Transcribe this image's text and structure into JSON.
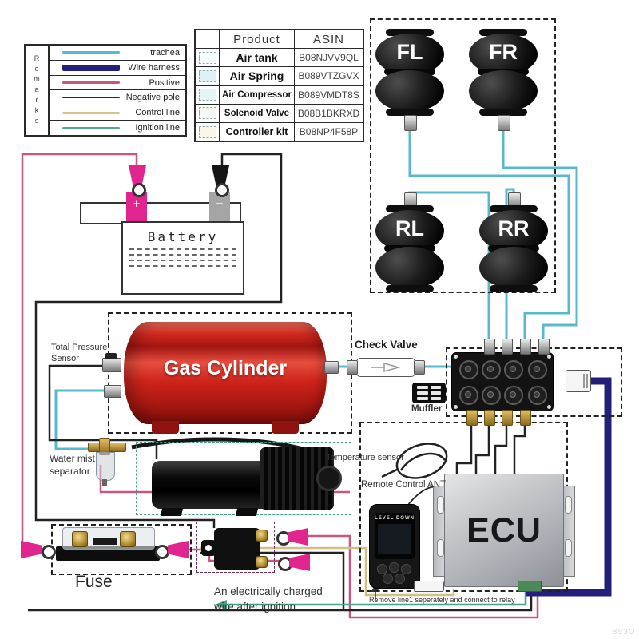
{
  "legend": {
    "title": "Remarks",
    "items": [
      {
        "label": "trachea",
        "style": "background:#58b8cc;height:3px"
      },
      {
        "label": "Wire harness",
        "style": "background:#241f7a;height:8px"
      },
      {
        "label": "Positive",
        "style": "background:#c9567e;height:3px"
      },
      {
        "label": "Negative pole",
        "style": "background:#2a2a2a;height:2px"
      },
      {
        "label": "Control line",
        "style": "background:#d6c38b;height:3px"
      },
      {
        "label": "Ignition line",
        "style": "background:#4fa893;height:3px"
      }
    ]
  },
  "product_table": {
    "header_product": "Product",
    "header_asin": "ASIN",
    "rows": [
      {
        "name": "Air tank",
        "asin": "B08NJVV9QL",
        "swatch": "background:#f7fcfd"
      },
      {
        "name": "Air Spring",
        "asin": "B089VTZGVX",
        "swatch": "background:#dff0f6"
      },
      {
        "name": "Air Compressor",
        "asin": "B089VMDT8S",
        "swatch": "background:#e6f5f2"
      },
      {
        "name": "Solenoid Valve",
        "asin": "B08B1BKRXD",
        "swatch": "background:#f7f7f3"
      },
      {
        "name": "Controller kit",
        "asin": "B08NP4F58P",
        "swatch": "background:#fbf7e8"
      }
    ]
  },
  "air_springs": {
    "fl": "FL",
    "fr": "FR",
    "rl": "RL",
    "rr": "RR"
  },
  "battery": {
    "label": "Battery",
    "positive": "+",
    "negative": "−"
  },
  "gas_cylinder": {
    "label": "Gas Cylinder"
  },
  "labels": {
    "total_pressure_sensor": "Total Pressure Sensor",
    "check_valve": "Check Valve",
    "muffler": "Muffler",
    "water_mist_separator": "Water mist separator",
    "fuse": "Fuse",
    "temperature_sensor": "Temperature sensor",
    "remote_control_ant": "Remote Control ANT"
  },
  "remote": {
    "screen_title": "LEVEL DOWN"
  },
  "ecu": {
    "label": "ECU"
  },
  "notes": {
    "ignition_line1": "An electrically charged",
    "ignition_line2": "wire after ignition",
    "relay_note": "Remove line1 seperately and connect to relay"
  },
  "colors": {
    "trachea": "#58b8cc",
    "wire_harness": "#241f7a",
    "positive": "#c9567e",
    "negative": "#222222",
    "control": "#d2bf85",
    "ignition": "#47a18c"
  },
  "watermark": "B53O"
}
